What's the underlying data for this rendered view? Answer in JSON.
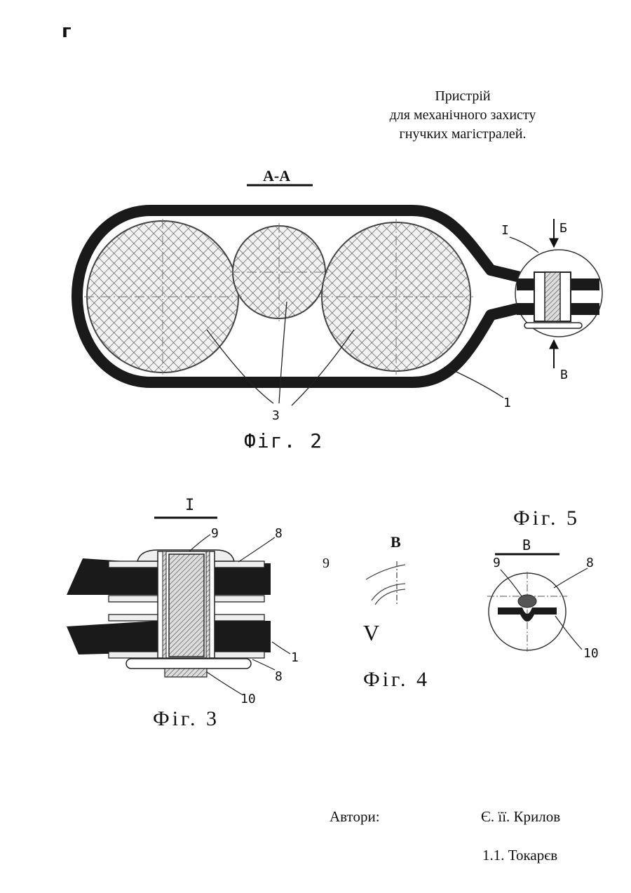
{
  "corner_mark": "г",
  "title": {
    "line1": "Пристрій",
    "line2": "для механічного захисту",
    "line3": "гнучких магістралей."
  },
  "figure2": {
    "section_label": "А-А",
    "caption": "Фіг. 2",
    "callouts": {
      "detail": "І",
      "arrow_top": "Б",
      "arrow_bottom": "В",
      "part1": "1",
      "part3": "3"
    }
  },
  "figure3": {
    "detail_label": "І",
    "caption": "Фіг. 3",
    "callouts": {
      "p9": "9",
      "p8_top": "8",
      "p1": "1",
      "p8_bottom": "8",
      "p10": "10"
    }
  },
  "figure4": {
    "view_label": "В",
    "callout_9": "9",
    "letter": "V",
    "caption": "Фіг. 4"
  },
  "figure5": {
    "view_label": "В",
    "caption": "Фіг. 5",
    "callouts": {
      "p9": "9",
      "p8": "8",
      "p10": "10"
    }
  },
  "authors": {
    "label": "Автори:",
    "names": [
      "Є. її. Крилов",
      "1.1. Токарєв"
    ]
  }
}
